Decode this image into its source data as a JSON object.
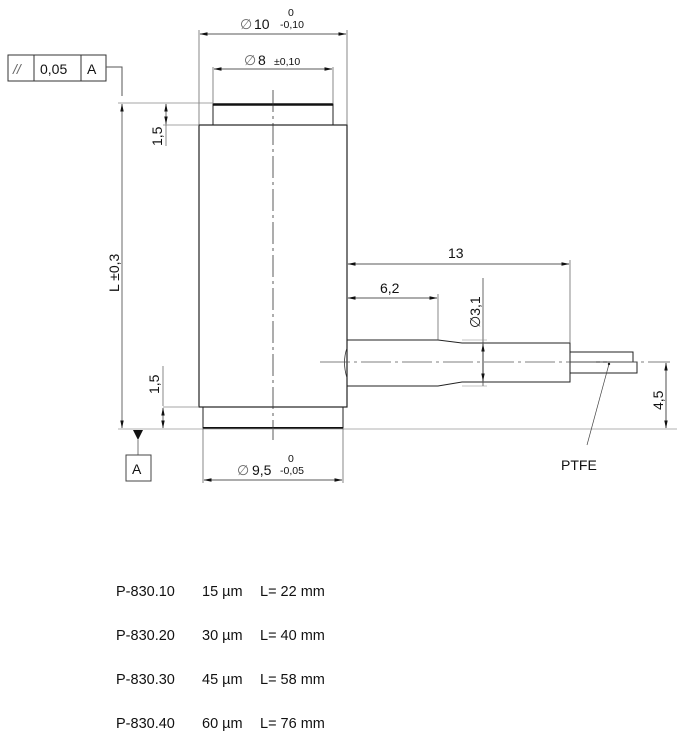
{
  "drawing": {
    "feature_control_frame": {
      "symbol": "//",
      "tolerance": "0,05",
      "datum": "A"
    },
    "datum_label": "A",
    "dimensions": {
      "outer_diameter": {
        "symbol": "∅",
        "value": "10",
        "upper": "0",
        "lower": "-0,10"
      },
      "top_diameter": {
        "symbol": "∅",
        "value": "8",
        "tol": "±0,10"
      },
      "bottom_diameter": {
        "symbol": "∅",
        "value": "9,5",
        "upper": "0",
        "lower": "-0,05"
      },
      "length": "L ±0,3",
      "top_step": "1,5",
      "bottom_step": "1,5",
      "cable_length": "13",
      "cable_sleeve_length": "6,2",
      "cable_diameter": "∅3,1",
      "cable_height": "4,5"
    },
    "material_label": "PTFE"
  },
  "models": [
    {
      "part": "P-830.10",
      "travel": "15 µm",
      "length": "L= 22 mm"
    },
    {
      "part": "P-830.20",
      "travel": "30 µm",
      "length": "L= 40 mm"
    },
    {
      "part": "P-830.30",
      "travel": "45 µm",
      "length": "L= 58 mm"
    },
    {
      "part": "P-830.40",
      "travel": "60 µm",
      "length": "L= 76 mm"
    }
  ]
}
